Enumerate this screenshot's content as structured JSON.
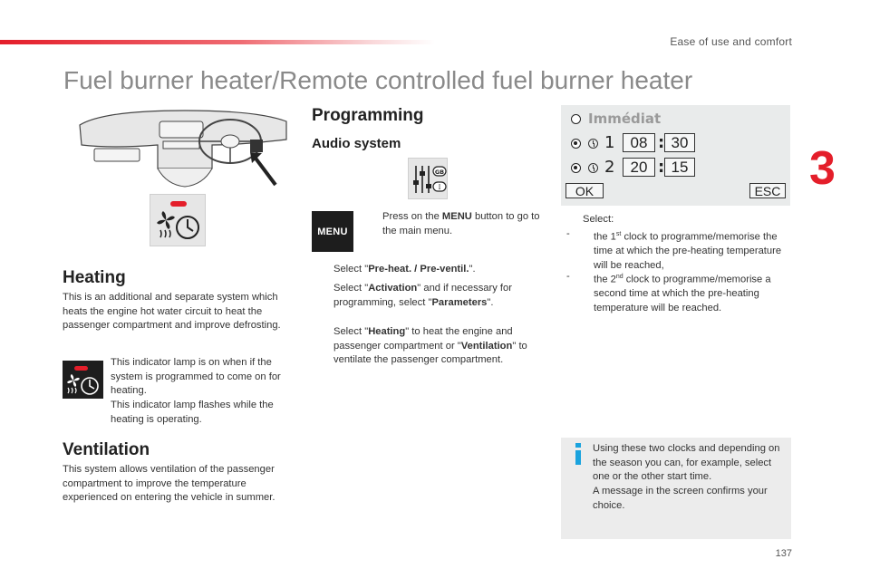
{
  "header": {
    "section": "Ease of use and comfort",
    "chapter_number": "3",
    "page_number": "137"
  },
  "title": "Fuel burner heater/Remote controlled fuel burner heater",
  "heating": {
    "heading": "Heating",
    "body": "This is an additional and separate system which heats the engine hot water circuit to heat the passenger compartment and improve defrosting.",
    "lamp_text_1": "This indicator lamp is on when if the system is programmed to come on for heating.",
    "lamp_text_2": "This indicator lamp flashes while the heating is operating."
  },
  "ventilation": {
    "heading": "Ventilation",
    "body": "This system allows ventilation of the passenger compartment to improve the temperature experienced on entering the vehicle in summer."
  },
  "programming": {
    "heading": "Programming",
    "subheading": "Audio system",
    "menu_label": "MENU",
    "bullet_mark": "",
    "step1_pre": "Press on the ",
    "step1_bold": "MENU",
    "step1_post": " button to go to the main menu.",
    "step2_pre": "Select \"",
    "step2_bold": "Pre-heat. / Pre-ventil.",
    "step2_post": "\".",
    "step3_pre": "Select \"",
    "step3_bold": "Activation",
    "step3_mid": "\" and if necessary for programming, select \"",
    "step3_bold2": "Parameters",
    "step3_post": "\".",
    "step4_pre": "Select \"",
    "step4_bold": "Heating",
    "step4_mid": "\" to heat the engine and passenger compartment or \"",
    "step4_bold2": "Ventilation",
    "step4_post": "\" to ventilate the passenger compartment."
  },
  "screen": {
    "immediate_label": "Immédiat",
    "clock1_label": "1",
    "clock1_hour": "08",
    "clock1_minute": "30",
    "clock2_label": "2",
    "clock2_hour": "20",
    "clock2_minute": "15",
    "separator": ":",
    "ok_label": "OK",
    "esc_label": "ESC"
  },
  "select_block": {
    "intro": "Select:",
    "dash": "-",
    "item1_pre": "the 1",
    "item1_sup": "st",
    "item1_post": " clock to programme/memorise the time at which the pre-heating temperature will be reached,",
    "item2_pre": "the 2",
    "item2_sup": "nd",
    "item2_post": " clock to programme/memorise a second time at which the pre-heating temperature will be reached."
  },
  "info": {
    "icon_label": "i",
    "line1": "Using these two clocks and depending on the season you can, for example, select one or the other start time.",
    "line2": "A message in the screen confirms your choice."
  },
  "colors": {
    "accent_red": "#e41e2a",
    "title_grey": "#8a8a8a",
    "info_blue": "#1aa3de",
    "screen_bg": "#e9ebeb",
    "infobox_bg": "#ececec"
  }
}
